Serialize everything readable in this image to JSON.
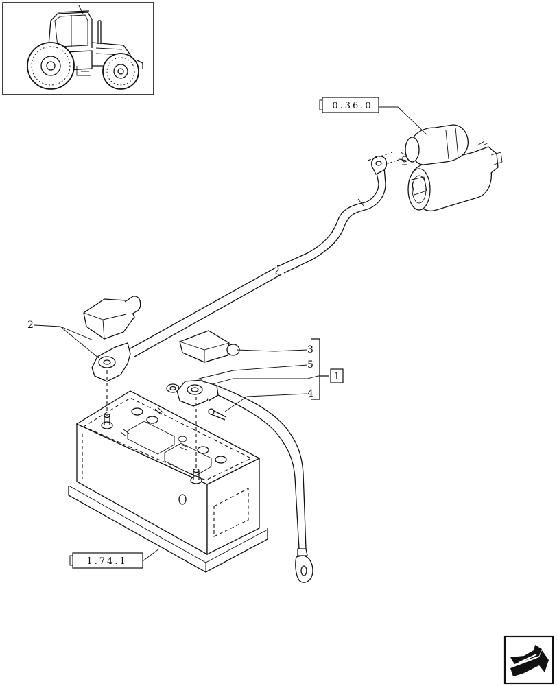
{
  "references": {
    "starter_ref": "0.36.0",
    "battery_ref": "1.74.1"
  },
  "callouts": {
    "item_1": "1",
    "item_2": "2",
    "item_3": "3",
    "item_4": "4",
    "item_5": "5"
  },
  "icons": {
    "thumbnail": "tractor-thumbnail-icon",
    "navigation": "next-page-arrow-icon"
  }
}
